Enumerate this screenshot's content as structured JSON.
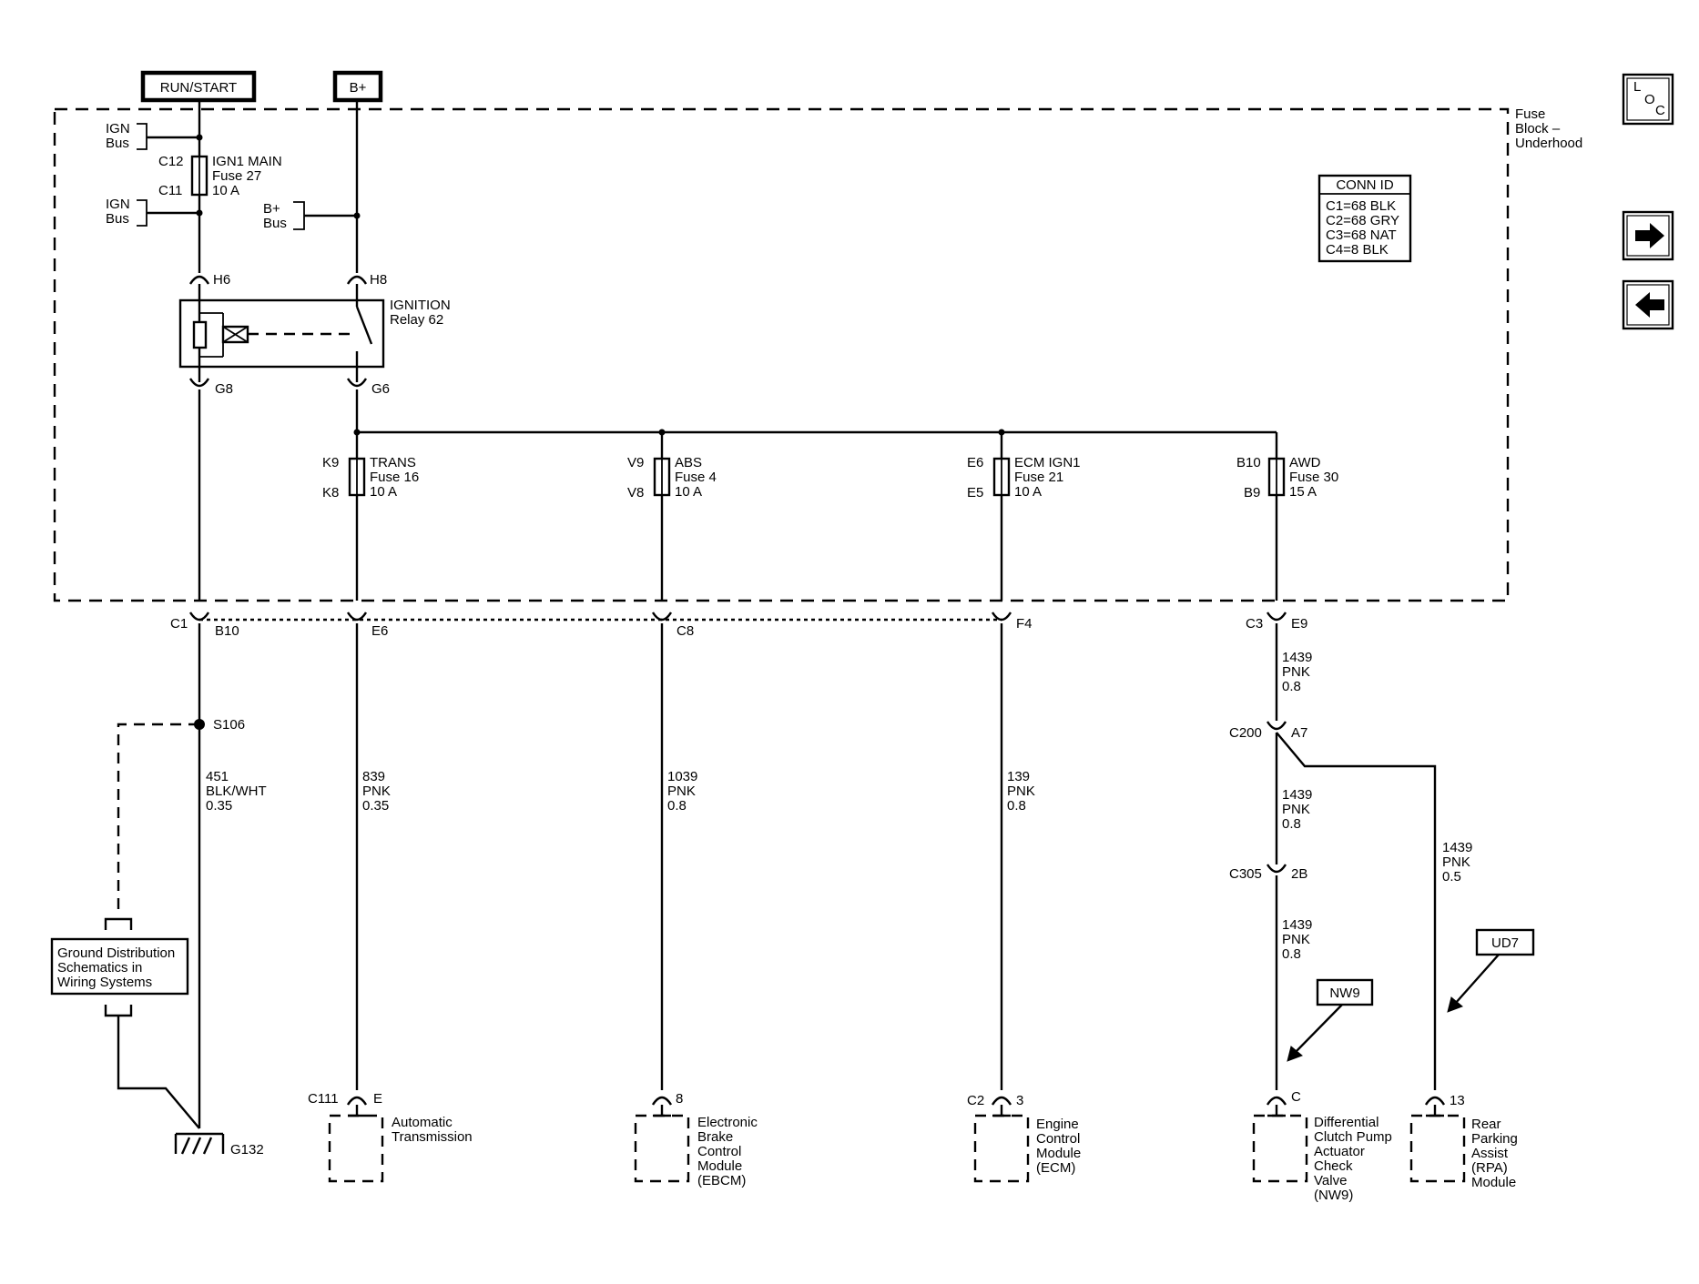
{
  "diagram": {
    "power_labels": {
      "run_start": "RUN/START",
      "b_plus": "B+"
    },
    "fuse_block_label": [
      "Fuse",
      "Block –",
      "Underhood"
    ],
    "conn_id": {
      "title": "CONN ID",
      "lines": [
        "C1=68 BLK",
        "C2=68 GRY",
        "C3=68 NAT",
        "C4=8 BLK"
      ]
    },
    "ign_bus_upper": [
      "IGN",
      "Bus"
    ],
    "ign_bus_lower": [
      "IGN",
      "Bus"
    ],
    "b_plus_bus": [
      "B+",
      "Bus"
    ],
    "main_fuse": {
      "top_pin": "C12",
      "bottom_pin": "C11",
      "lines": [
        "IGN1 MAIN",
        "Fuse 27",
        "10 A"
      ]
    },
    "relay": {
      "lines": [
        "IGNITION",
        "Relay 62"
      ],
      "pins": {
        "in_left": "H6",
        "in_right": "H8",
        "out_left": "G8",
        "out_right": "G6"
      }
    },
    "fuses": [
      {
        "top_pin": "K9",
        "bottom_pin": "K8",
        "lines": [
          "TRANS",
          "Fuse 16",
          "10 A"
        ]
      },
      {
        "top_pin": "V9",
        "bottom_pin": "V8",
        "lines": [
          "ABS",
          "Fuse 4",
          "10 A"
        ]
      },
      {
        "top_pin": "E6",
        "bottom_pin": "E5",
        "lines": [
          "ECM IGN1",
          "Fuse 21",
          "10 A"
        ]
      },
      {
        "top_pin": "B10",
        "bottom_pin": "B9",
        "lines": [
          "AWD",
          "Fuse 30",
          "15 A"
        ]
      }
    ],
    "block_connectors": {
      "c1": "C1",
      "c1_b10": "B10",
      "e6": "E6",
      "c8": "C8",
      "f4": "F4",
      "c3": "C3",
      "e9": "E9"
    },
    "splice": "S106",
    "ground": "G132",
    "ground_ref_box": [
      "Ground Distribution",
      "Schematics in",
      "Wiring Systems"
    ],
    "wires": {
      "gnd": [
        "451",
        "BLK/WHT",
        "0.35"
      ],
      "trans": [
        "839",
        "PNK",
        "0.35"
      ],
      "abs": [
        "1039",
        "PNK",
        "0.8"
      ],
      "ecm": [
        "139",
        "PNK",
        "0.8"
      ],
      "awd1": [
        "1439",
        "PNK",
        "0.8"
      ],
      "awd2": [
        "1439",
        "PNK",
        "0.8"
      ],
      "awd3": [
        "1439",
        "PNK",
        "0.8"
      ],
      "rpa": [
        "1439",
        "PNK",
        "0.5"
      ]
    },
    "inline_connectors": {
      "c200": "C200",
      "a7": "A7",
      "c305": "C305",
      "b2": "2B"
    },
    "option_tags": {
      "nw9": "NW9",
      "ud7": "UD7"
    },
    "components": [
      {
        "conn": "C111",
        "pin": "E",
        "lines": [
          "Automatic",
          "Transmission"
        ]
      },
      {
        "conn": "",
        "pin": "8",
        "lines": [
          "Electronic",
          "Brake",
          "Control",
          "Module",
          "(EBCM)"
        ]
      },
      {
        "conn": "C2",
        "pin": "3",
        "lines": [
          "Engine",
          "Control",
          "Module",
          "(ECM)"
        ]
      },
      {
        "conn": "",
        "pin": "C",
        "lines": [
          "Differential",
          "Clutch Pump",
          "Actuator",
          "Check",
          "Valve",
          "(NW9)"
        ]
      },
      {
        "conn": "",
        "pin": "13",
        "lines": [
          "Rear",
          "Parking",
          "Assist",
          "(RPA)",
          "Module"
        ]
      }
    ],
    "nav": {
      "loc": [
        "L",
        "O",
        "C"
      ]
    }
  }
}
